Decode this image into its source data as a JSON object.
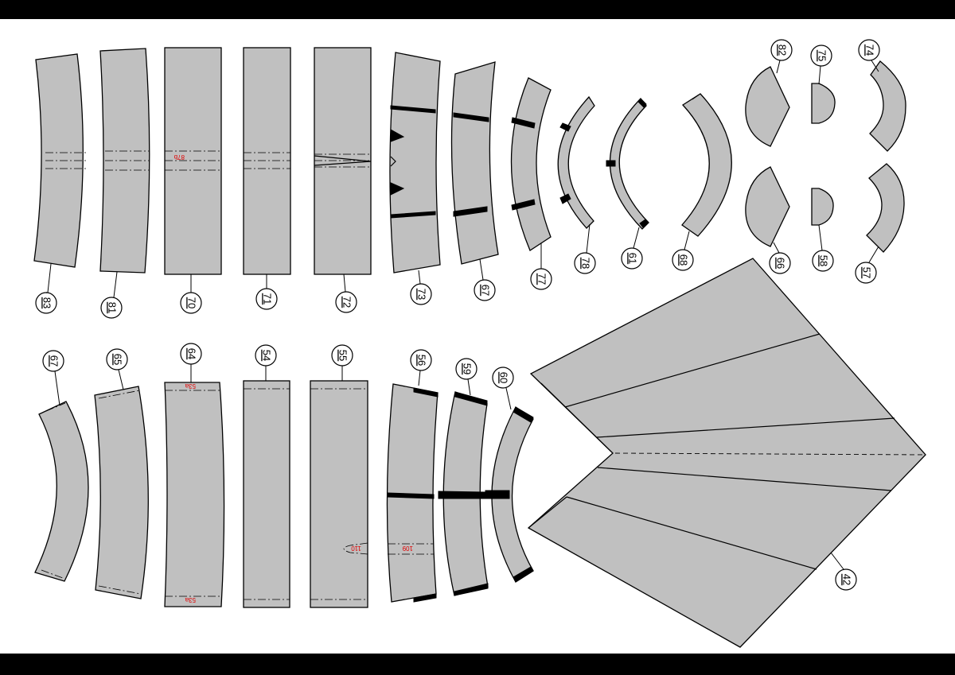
{
  "sheet": {
    "top_row_labels": [
      "83",
      "81",
      "70",
      "71",
      "72",
      "73",
      "67",
      "77",
      "78",
      "61",
      "68"
    ],
    "top_right_labels": [
      "82",
      "75",
      "74",
      "66",
      "58",
      "57"
    ],
    "bottom_row_labels": [
      "67",
      "65",
      "64",
      "54",
      "55",
      "56",
      "59",
      "60"
    ],
    "big_piece_label": "42",
    "red_marks": {
      "on_70": "87b",
      "on_64_top": "53a",
      "on_64_bottom": "53a",
      "on_55": "110",
      "on_56": "109"
    },
    "colors": {
      "piece_fill": "#c0c0c0",
      "outline": "#000000",
      "mark_red": "#e00000",
      "border": "#000000"
    }
  }
}
